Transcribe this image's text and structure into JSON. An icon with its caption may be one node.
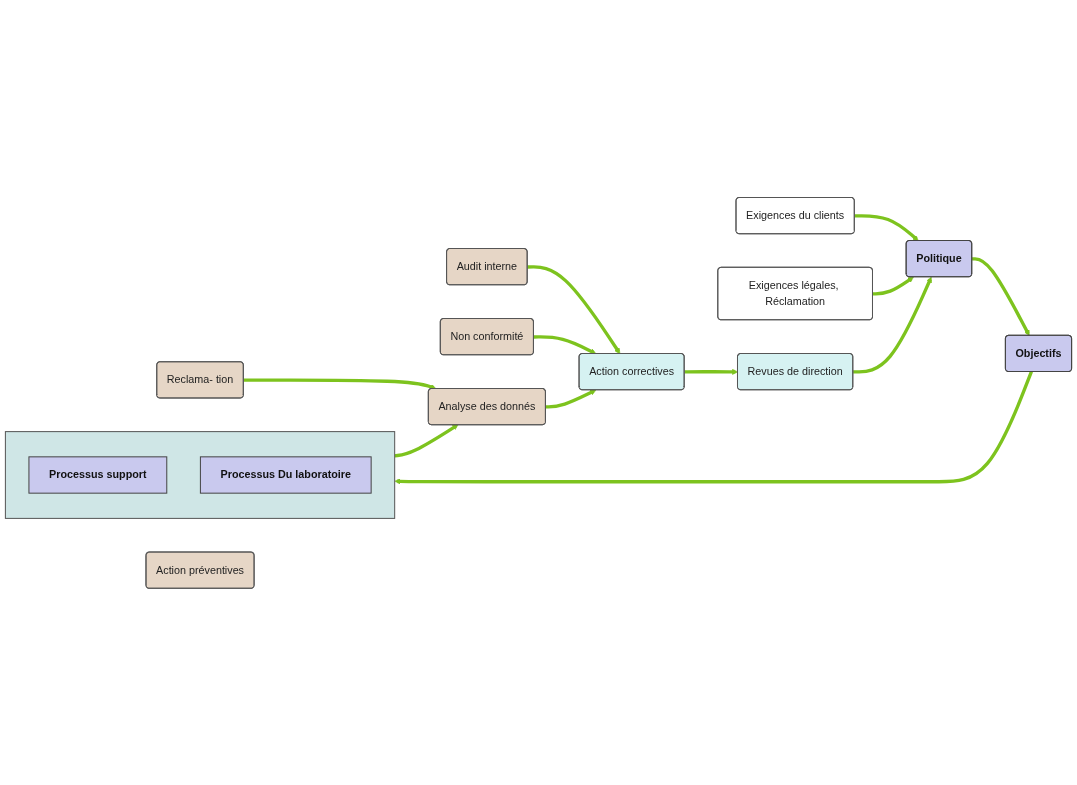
{
  "diagram": {
    "nodes": [
      {
        "text": [
          "Exigences du clients"
        ]
      },
      {
        "text": [
          "Politique"
        ]
      },
      {
        "text": [
          "Objectifs"
        ]
      },
      {
        "text": [],
        "shape": "box"
      },
      {
        "text": [
          "Processus support"
        ],
        "in": 3
      },
      {
        "text": [
          "Processus Du laboratoire"
        ],
        "in": 3
      },
      {
        "text": [
          "Exigences légales, Réclamation"
        ]
      },
      {
        "text": [
          "Revues de direction"
        ]
      },
      {
        "text": [
          "Reclama- tion"
        ]
      },
      {
        "text": [
          "Audit interne"
        ]
      },
      {
        "text": [
          "Non conformité"
        ]
      },
      {
        "text": [
          "Analyse des donnés"
        ]
      },
      {
        "text": [
          "Action correctives"
        ]
      },
      {
        "text": [
          "Action préventives"
        ]
      }
    ],
    "edges": [
      {
        "from": 0,
        "to": 1,
        "arrow": "to"
      },
      {
        "from": 1,
        "to": 2,
        "arrow": "to"
      },
      {
        "from": 2,
        "to": 3,
        "arrow": "to"
      },
      {
        "from": 6,
        "to": 1,
        "arrow": "to"
      },
      {
        "from": 7,
        "to": 1,
        "arrow": "to"
      },
      {
        "from": 3,
        "to": 11,
        "arrow": "to"
      },
      {
        "from": 8,
        "to": 11,
        "arrow": "to"
      },
      {
        "from": 9,
        "to": 12,
        "arrow": "to"
      },
      {
        "from": 10,
        "to": 12,
        "arrow": "to"
      },
      {
        "from": 11,
        "to": 12,
        "arrow": "to"
      },
      {
        "from": 12,
        "to": 7,
        "arrow": "to"
      }
    ]
  }
}
